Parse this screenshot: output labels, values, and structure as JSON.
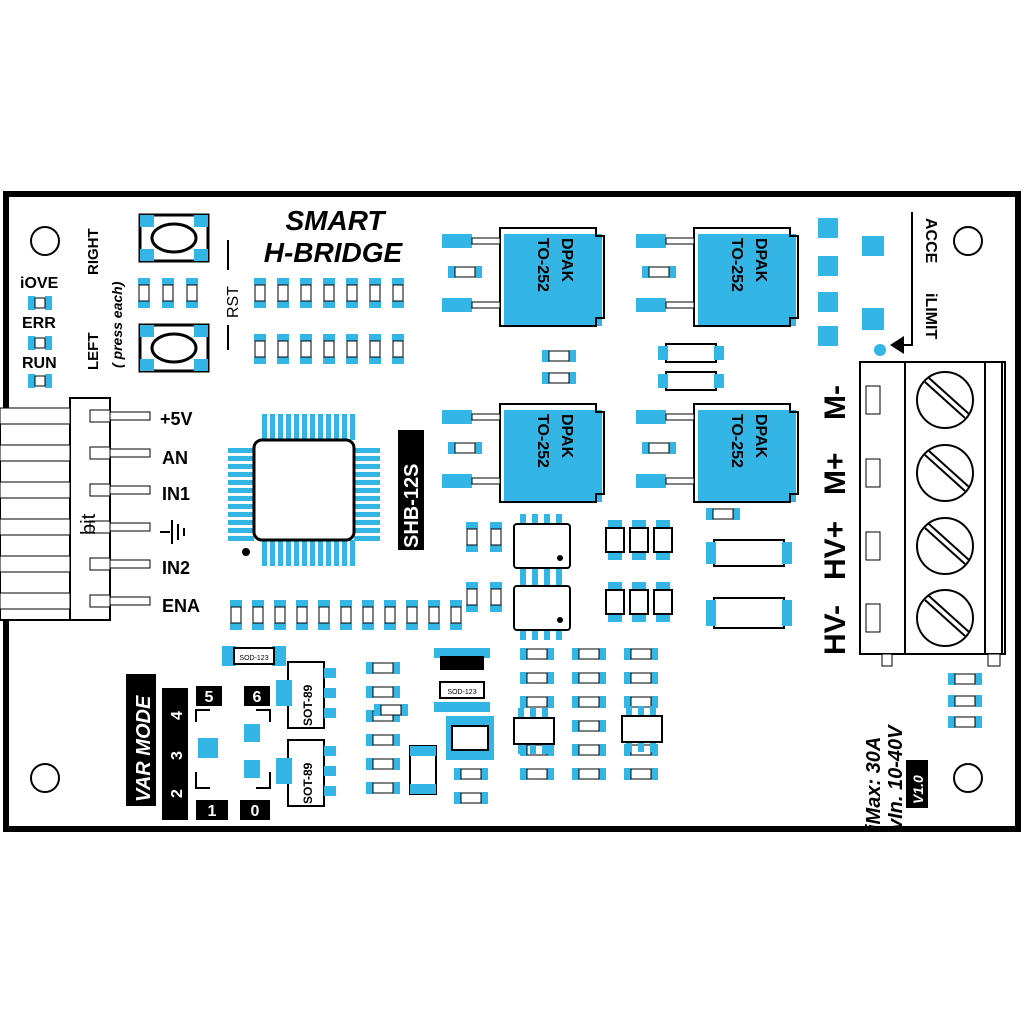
{
  "board": {
    "title_line1": "SMART",
    "title_line2": "H-BRIDGE",
    "model": "SHB-12S",
    "version": "V1.0",
    "imax": "iMax: 30A",
    "vin": "vIn. 10-40V"
  },
  "buttons": {
    "right": "RIGHT",
    "left": "LEFT",
    "press_note": "( press each)",
    "reset": "RST"
  },
  "leds": [
    "iOVE",
    "ERR",
    "RUN"
  ],
  "connector": {
    "label": "bit",
    "pins": [
      "+5V",
      "AN",
      "IN1",
      "",
      "IN2",
      "ENA"
    ]
  },
  "power_terminal": [
    "M-",
    "M+",
    "HV+",
    "HV-"
  ],
  "pots": [
    "ACCE",
    "iLIMIT"
  ],
  "mosfets": {
    "package_line1": "DPAK",
    "package_line2": "TO-252"
  },
  "regulators": [
    "SOT-89",
    "SOT-89"
  ],
  "diodes": [
    "SOD-123",
    "SOD-123"
  ],
  "var_mode": {
    "label": "VAR MODE",
    "numbers_left": [
      "4",
      "3",
      "2"
    ],
    "numbers_right": [
      "5",
      "6",
      "1",
      "0"
    ]
  },
  "colors": {
    "pad": "#33b5e5",
    "silkscreen": "#000000",
    "board": "#ffffff"
  }
}
